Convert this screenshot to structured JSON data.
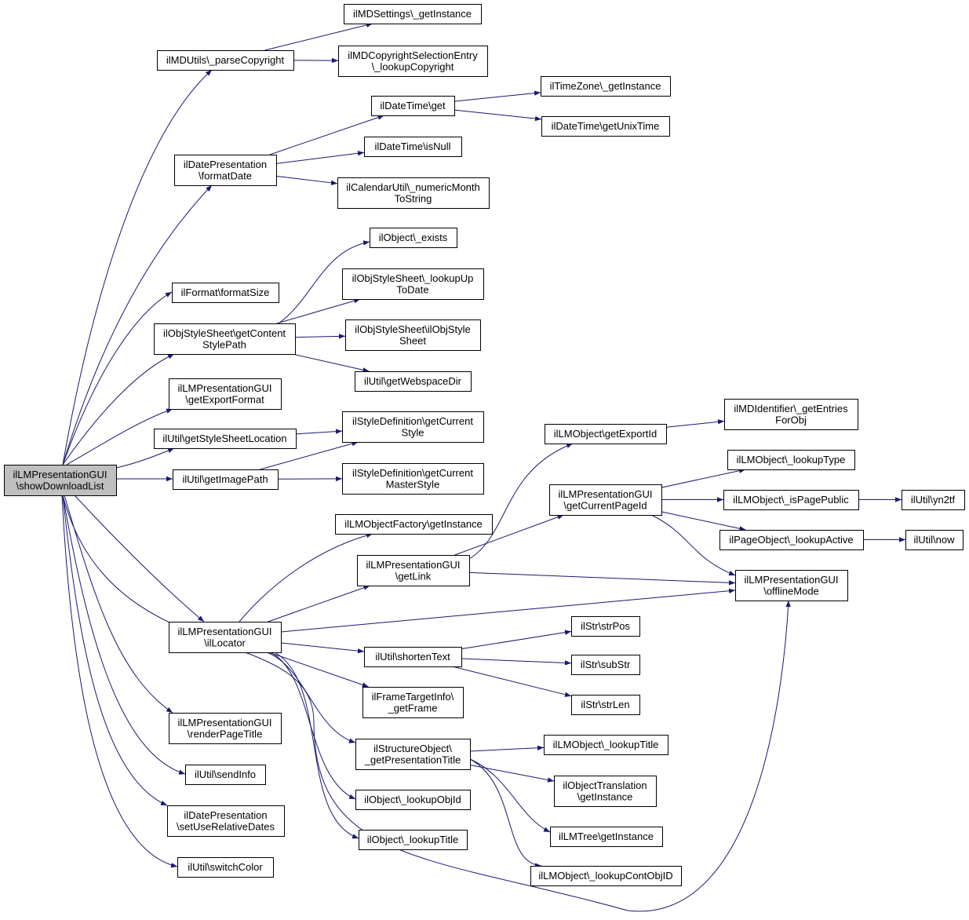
{
  "colors": {
    "edge": "#191970",
    "node_border": "#000000",
    "root_fill": "#bfbfbf",
    "node_fill": "#ffffff"
  },
  "nodes": [
    {
      "id": "root",
      "lines": [
        "ilLMPresentationGUI",
        "\\showDownloadList"
      ],
      "root": true
    },
    {
      "id": "mdutils_parse",
      "lines": [
        "ilMDUtils\\_parseCopyright"
      ]
    },
    {
      "id": "mdsettings",
      "lines": [
        "ilMDSettings\\_getInstance"
      ]
    },
    {
      "id": "mdcopyright",
      "lines": [
        "ilMDCopyrightSelectionEntry",
        "\\_lookupCopyright"
      ]
    },
    {
      "id": "datepres_format",
      "lines": [
        "ilDatePresentation",
        "\\formatDate"
      ]
    },
    {
      "id": "datetime_get",
      "lines": [
        "ilDateTime\\get"
      ]
    },
    {
      "id": "timezone",
      "lines": [
        "ilTimeZone\\_getInstance"
      ]
    },
    {
      "id": "datetime_unix",
      "lines": [
        "ilDateTime\\getUnixTime"
      ]
    },
    {
      "id": "datetime_isnull",
      "lines": [
        "ilDateTime\\isNull"
      ]
    },
    {
      "id": "calendar",
      "lines": [
        "ilCalendarUtil\\_numericMonth",
        "ToString"
      ]
    },
    {
      "id": "format_size",
      "lines": [
        "ilFormat\\formatSize"
      ]
    },
    {
      "id": "objstyle_content",
      "lines": [
        "ilObjStyleSheet\\getContent",
        "StylePath"
      ]
    },
    {
      "id": "object_exists",
      "lines": [
        "ilObject\\_exists"
      ]
    },
    {
      "id": "objstyle_lookup",
      "lines": [
        "ilObjStyleSheet\\_lookupUp",
        "ToDate"
      ]
    },
    {
      "id": "objstyle_ctor",
      "lines": [
        "ilObjStyleSheet\\ilObjStyle",
        "Sheet"
      ]
    },
    {
      "id": "util_webspace",
      "lines": [
        "ilUtil\\getWebspaceDir"
      ]
    },
    {
      "id": "lmpres_exportformat",
      "lines": [
        "ilLMPresentationGUI",
        "\\getExportFormat"
      ]
    },
    {
      "id": "util_stylesheet",
      "lines": [
        "ilUtil\\getStyleSheetLocation"
      ]
    },
    {
      "id": "styledef_current",
      "lines": [
        "ilStyleDefinition\\getCurrent",
        "Style"
      ]
    },
    {
      "id": "util_imagepath",
      "lines": [
        "ilUtil\\getImagePath"
      ]
    },
    {
      "id": "styledef_master",
      "lines": [
        "ilStyleDefinition\\getCurrent",
        "MasterStyle"
      ]
    },
    {
      "id": "lmobj_exportid",
      "lines": [
        "ilLMObject\\getExportId"
      ]
    },
    {
      "id": "mdidentifier",
      "lines": [
        "ilMDIdentifier\\_getEntries",
        "ForObj"
      ]
    },
    {
      "id": "lmobj_looktype",
      "lines": [
        "ilLMObject\\_lookupType"
      ]
    },
    {
      "id": "lmpres_currentpage",
      "lines": [
        "ilLMPresentationGUI",
        "\\getCurrentPageId"
      ]
    },
    {
      "id": "lmobj_ispublic",
      "lines": [
        "ilLMObject\\_isPagePublic"
      ]
    },
    {
      "id": "util_yn2tf",
      "lines": [
        "ilUtil\\yn2tf"
      ]
    },
    {
      "id": "lmobjfactory",
      "lines": [
        "ilLMObjectFactory\\getInstance"
      ]
    },
    {
      "id": "pageobj_active",
      "lines": [
        "ilPageObject\\_lookupActive"
      ]
    },
    {
      "id": "util_now",
      "lines": [
        "ilUtil\\now"
      ]
    },
    {
      "id": "lmpres_getlink",
      "lines": [
        "ilLMPresentationGUI",
        "\\getLink"
      ]
    },
    {
      "id": "lmpres_offline",
      "lines": [
        "ilLMPresentationGUI",
        "\\offlineMode"
      ]
    },
    {
      "id": "lmpres_locator",
      "lines": [
        "ilLMPresentationGUI",
        "\\ilLocator"
      ]
    },
    {
      "id": "str_strpos",
      "lines": [
        "ilStr\\strPos"
      ]
    },
    {
      "id": "util_shorten",
      "lines": [
        "ilUtil\\shortenText"
      ]
    },
    {
      "id": "str_substr",
      "lines": [
        "ilStr\\subStr"
      ]
    },
    {
      "id": "frametarget",
      "lines": [
        "ilFrameTargetInfo\\",
        "_getFrame"
      ]
    },
    {
      "id": "str_strlen",
      "lines": [
        "ilStr\\strLen"
      ]
    },
    {
      "id": "lmpres_render",
      "lines": [
        "ilLMPresentationGUI",
        "\\renderPageTitle"
      ]
    },
    {
      "id": "structobj",
      "lines": [
        "ilStructureObject\\",
        "_getPresentationTitle"
      ]
    },
    {
      "id": "lmobj_looktitle",
      "lines": [
        "ilLMObject\\_lookupTitle"
      ]
    },
    {
      "id": "util_sendinfo",
      "lines": [
        "ilUtil\\sendInfo"
      ]
    },
    {
      "id": "objtranslation",
      "lines": [
        "ilObjectTranslation",
        "\\getInstance"
      ]
    },
    {
      "id": "object_lookobjid",
      "lines": [
        "ilObject\\_lookupObjId"
      ]
    },
    {
      "id": "datepres_setrel",
      "lines": [
        "ilDatePresentation",
        "\\setUseRelativeDates"
      ]
    },
    {
      "id": "lmtree",
      "lines": [
        "ilLMTree\\getInstance"
      ]
    },
    {
      "id": "object_looktitle",
      "lines": [
        "ilObject\\_lookupTitle"
      ]
    },
    {
      "id": "util_switchcolor",
      "lines": [
        "ilUtil\\switchColor"
      ]
    },
    {
      "id": "lmobj_lookcont",
      "lines": [
        "ilLMObject\\_lookupContObjID"
      ]
    }
  ],
  "edges": [
    [
      "root",
      "mdutils_parse"
    ],
    [
      "root",
      "datepres_format"
    ],
    [
      "root",
      "format_size"
    ],
    [
      "root",
      "objstyle_content"
    ],
    [
      "root",
      "lmpres_exportformat"
    ],
    [
      "root",
      "util_stylesheet"
    ],
    [
      "root",
      "util_imagepath"
    ],
    [
      "root",
      "lmpres_locator"
    ],
    [
      "root",
      "lmpres_render"
    ],
    [
      "root",
      "util_sendinfo"
    ],
    [
      "root",
      "datepres_setrel"
    ],
    [
      "root",
      "util_switchcolor"
    ],
    [
      "root",
      "lmpres_offline"
    ],
    [
      "mdutils_parse",
      "mdsettings"
    ],
    [
      "mdutils_parse",
      "mdcopyright"
    ],
    [
      "datepres_format",
      "datetime_get"
    ],
    [
      "datepres_format",
      "datetime_isnull"
    ],
    [
      "datepres_format",
      "calendar"
    ],
    [
      "datetime_get",
      "timezone"
    ],
    [
      "datetime_get",
      "datetime_unix"
    ],
    [
      "objstyle_content",
      "object_exists"
    ],
    [
      "objstyle_content",
      "objstyle_lookup"
    ],
    [
      "objstyle_content",
      "objstyle_ctor"
    ],
    [
      "objstyle_content",
      "util_webspace"
    ],
    [
      "util_stylesheet",
      "styledef_current"
    ],
    [
      "util_imagepath",
      "styledef_current"
    ],
    [
      "util_imagepath",
      "styledef_master"
    ],
    [
      "lmpres_locator",
      "lmobjfactory"
    ],
    [
      "lmpres_locator",
      "lmpres_getlink"
    ],
    [
      "lmpres_locator",
      "lmpres_offline"
    ],
    [
      "lmpres_locator",
      "util_shorten"
    ],
    [
      "lmpres_locator",
      "frametarget"
    ],
    [
      "lmpres_locator",
      "structobj"
    ],
    [
      "lmpres_locator",
      "object_lookobjid"
    ],
    [
      "lmpres_locator",
      "object_looktitle"
    ],
    [
      "lmpres_getlink",
      "lmobj_exportid"
    ],
    [
      "lmpres_getlink",
      "lmpres_currentpage"
    ],
    [
      "lmpres_getlink",
      "lmpres_offline"
    ],
    [
      "lmobj_exportid",
      "mdidentifier"
    ],
    [
      "lmpres_currentpage",
      "lmobj_looktype"
    ],
    [
      "lmpres_currentpage",
      "lmobj_ispublic"
    ],
    [
      "lmpres_currentpage",
      "pageobj_active"
    ],
    [
      "lmpres_currentpage",
      "lmpres_offline"
    ],
    [
      "lmobj_ispublic",
      "util_yn2tf"
    ],
    [
      "pageobj_active",
      "util_now"
    ],
    [
      "util_shorten",
      "str_strpos"
    ],
    [
      "util_shorten",
      "str_substr"
    ],
    [
      "util_shorten",
      "str_strlen"
    ],
    [
      "structobj",
      "lmobj_looktitle"
    ],
    [
      "structobj",
      "objtranslation"
    ],
    [
      "structobj",
      "lmtree"
    ],
    [
      "structobj",
      "lmobj_lookcont"
    ]
  ]
}
